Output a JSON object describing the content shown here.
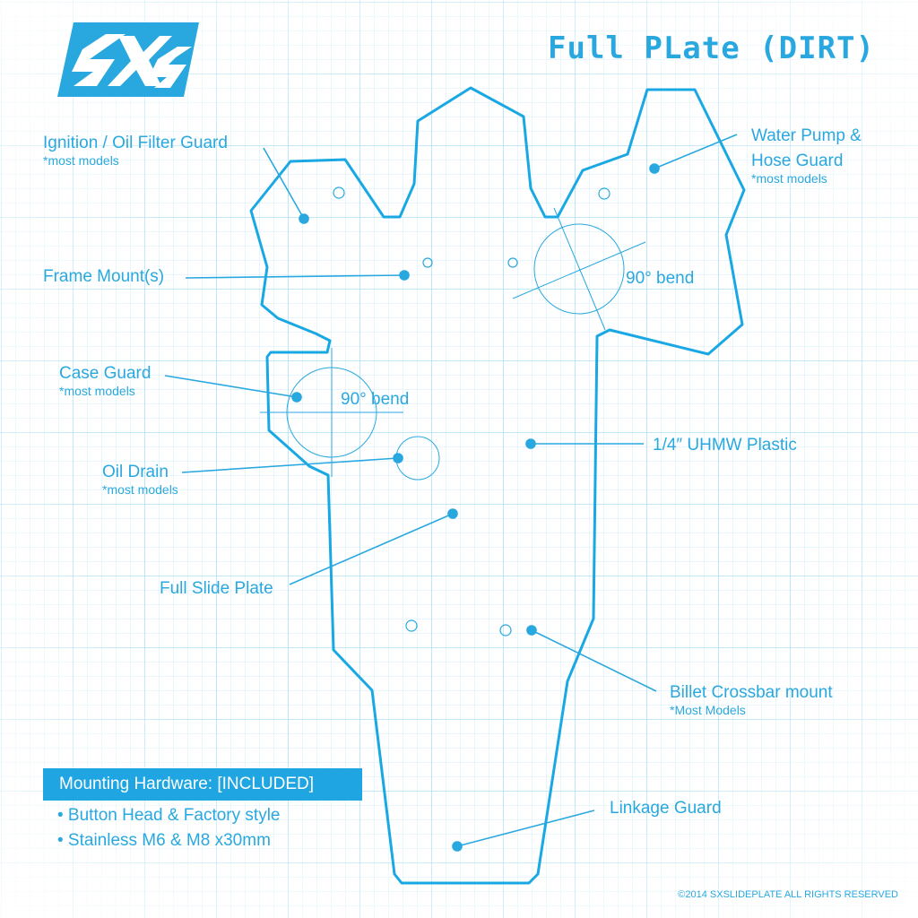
{
  "logo": {
    "text": "SXS",
    "color": "#29a8e0"
  },
  "title": "Full PLate (DIRT)",
  "colors": {
    "accent": "#29a8e0",
    "grid": "#bfe6f7",
    "box": "#1fa6e2"
  },
  "labels": {
    "ignition": {
      "title": "Ignition / Oil Filter Guard",
      "note": "*most models"
    },
    "water_pump": {
      "line1": "Water Pump &",
      "line2": "Hose Guard",
      "note": "*most models"
    },
    "frame_mount": {
      "title": "Frame Mount(s)"
    },
    "case_guard": {
      "title": "Case Guard",
      "note": "*most models"
    },
    "oil_drain": {
      "title": "Oil Drain",
      "note": "*most models"
    },
    "material": {
      "title": "1/4″ UHMW Plastic"
    },
    "full_slide": {
      "title": "Full Slide Plate"
    },
    "crossbar": {
      "title": "Billet Crossbar mount",
      "note": "*Most Models"
    },
    "linkage": {
      "title": "Linkage Guard"
    },
    "bend_right": "90° bend",
    "bend_left": "90° bend"
  },
  "hardware": {
    "header": "Mounting Hardware: [INCLUDED]",
    "items": [
      "• Button Head & Factory style",
      "• Stainless M6 & M8 x30mm"
    ]
  },
  "copyright": "©2014 SXSLIDEPLATE ALL RIGHTS RESERVED"
}
